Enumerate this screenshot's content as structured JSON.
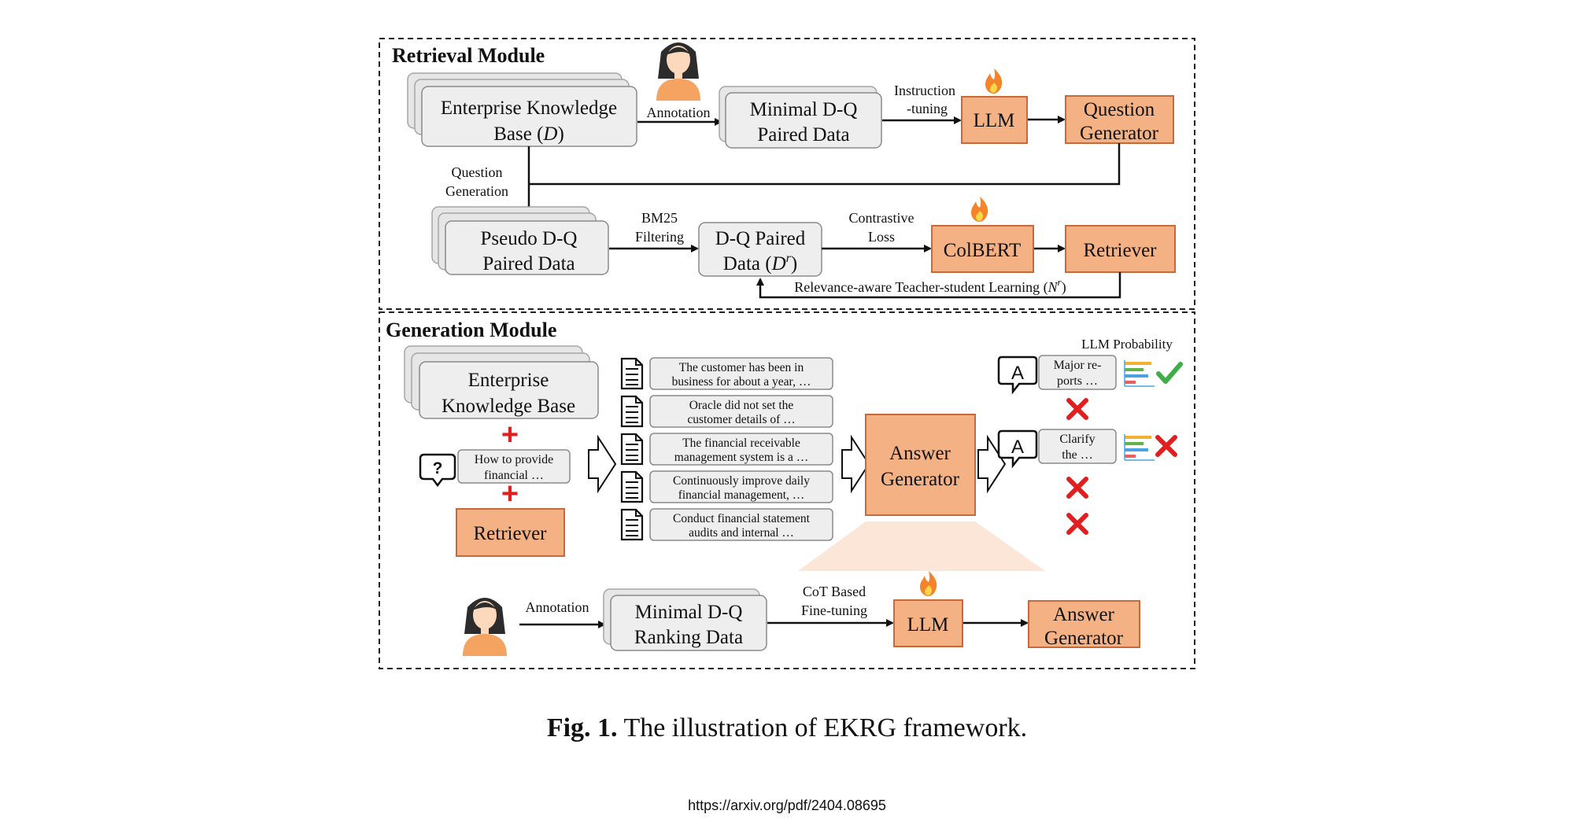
{
  "retrieval": {
    "title": "Retrieval Module",
    "kb_line1": "Enterprise Knowledge",
    "kb_line2": "Base",
    "kb_var": "D",
    "annotation": "Annotation",
    "minimal_line1": "Minimal D-Q",
    "minimal_line2": "Paired Data",
    "instr_line1": "Instruction",
    "instr_line2": "-tuning",
    "llm": "LLM",
    "qgen_line1": "Question",
    "qgen_line2": "Generator",
    "question_gen_line1": "Question",
    "question_gen_line2": "Generation",
    "pseudo_line1": "Pseudo D-Q",
    "pseudo_line2": "Paired Data",
    "bm25_line1": "BM25",
    "bm25_line2": "Filtering",
    "dq_line1": "D-Q Paired",
    "dq_line2": "Data",
    "dq_var": "D",
    "dq_sup": "r",
    "contrastive_line1": "Contrastive",
    "contrastive_line2": "Loss",
    "colbert": "ColBERT",
    "retriever": "Retriever",
    "teacher": "Relevance-aware Teacher-student Learning",
    "teacher_var": "N",
    "teacher_sup": "r"
  },
  "generation": {
    "title": "Generation Module",
    "kb_line1": "Enterprise",
    "kb_line2": "Knowledge Base",
    "plus": "+",
    "query_line1": "How to provide",
    "query_line2": "financial …",
    "retriever": "Retriever",
    "docs": [
      {
        "line1": "The customer has been in",
        "line2": "business for about a year, …"
      },
      {
        "line1": "Oracle did not set the",
        "line2": "customer details of  …"
      },
      {
        "line1": "The financial receivable",
        "line2": "management system is a …"
      },
      {
        "line1": "Continuously improve daily",
        "line2": "financial management, …"
      },
      {
        "line1": "Conduct financial statement",
        "line2": "audits and internal …"
      }
    ],
    "answer_gen_line1": "Answer",
    "answer_gen_line2": "Generator",
    "llm_prob": "LLM Probability",
    "ans1_line1": "Major re-",
    "ans1_line2": "ports …",
    "ans2_line1": "Clarify",
    "ans2_line2": "the …",
    "annotation": "Annotation",
    "minimal_line1": "Minimal D-Q",
    "minimal_line2": "Ranking Data",
    "cot_line1": "CoT Based",
    "cot_line2": "Fine-tuning",
    "llm": "LLM",
    "final_line1": "Answer",
    "final_line2": "Generator"
  },
  "caption": {
    "label": "Fig. 1.",
    "text": "The illustration of EKRG framework."
  },
  "url": "https://arxiv.org/pdf/2404.08695",
  "colors": {
    "orange_fill": "#f4b183",
    "orange_stroke": "#c8693a",
    "gray_fill": "#eeeeee",
    "red_cross": "#e02020",
    "green_check": "#3fae49"
  },
  "icons": [
    "person-icon",
    "flame-icon",
    "question-bubble-icon",
    "document-icon",
    "answer-bubble-icon",
    "cross-icon",
    "check-icon",
    "hollow-arrow-icon",
    "bar-chart-icon"
  ]
}
